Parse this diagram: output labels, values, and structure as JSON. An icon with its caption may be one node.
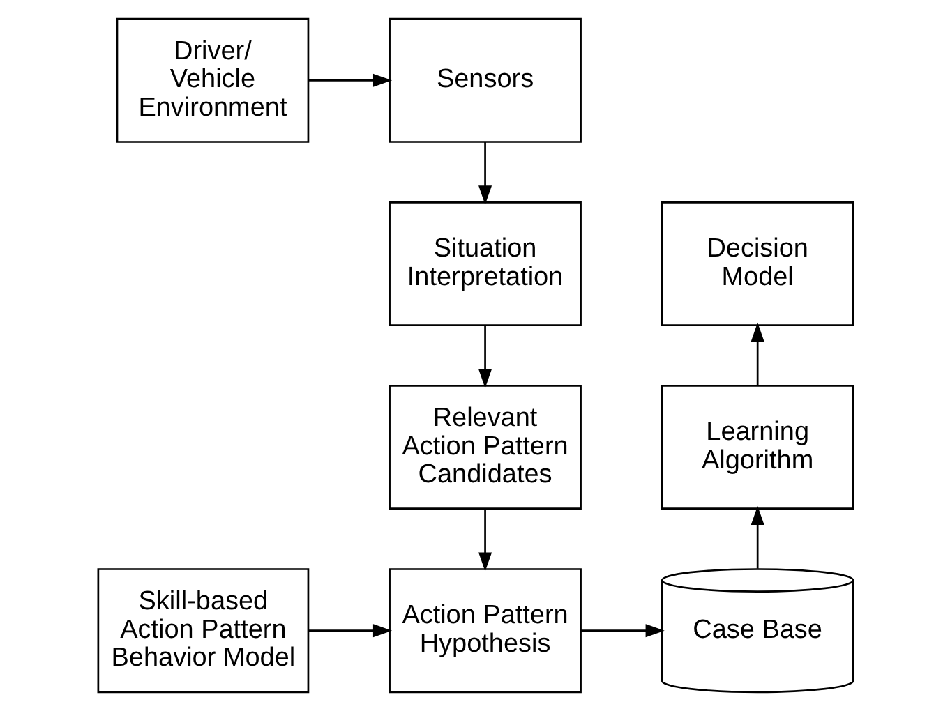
{
  "diagram": {
    "nodes": [
      {
        "text": [
          "Driver/ Vehicle Environment"
        ]
      },
      {
        "text": [
          "Sensors"
        ]
      },
      {
        "text": [
          "Situation Interpretation"
        ]
      },
      {
        "text": [
          "Relevant Action Pattern Candidates"
        ]
      },
      {
        "text": [
          "Skill-based Action Pattern Behavior Model"
        ]
      },
      {
        "text": [
          "Action Pattern Hypothesis"
        ]
      },
      {
        "text": [
          "Case Base"
        ]
      },
      {
        "text": [
          "Learning Algorithm"
        ]
      },
      {
        "text": [
          "Decision Model"
        ]
      }
    ],
    "edges": [
      {
        "from": 0,
        "to": 1,
        "arrow": "to"
      },
      {
        "from": 1,
        "to": 2,
        "arrow": "to"
      },
      {
        "from": 2,
        "to": 3,
        "arrow": "to"
      },
      {
        "from": 3,
        "to": 5,
        "arrow": "to"
      },
      {
        "from": 4,
        "to": 5,
        "arrow": "to"
      },
      {
        "from": 5,
        "to": 6,
        "arrow": "to"
      },
      {
        "from": 6,
        "to": 7,
        "arrow": "to"
      },
      {
        "from": 7,
        "to": 8,
        "arrow": "to"
      }
    ]
  }
}
